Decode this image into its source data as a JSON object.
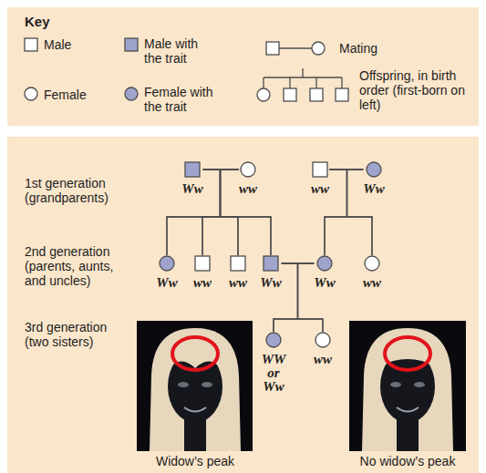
{
  "diagram": {
    "nodes": [
      {
        "text": [
          "Ww"
        ]
      },
      {
        "text": [
          "ww"
        ]
      },
      {
        "text": [
          "ww"
        ]
      },
      {
        "text": [
          "Ww"
        ]
      },
      {
        "text": [
          "Ww"
        ]
      },
      {
        "text": [
          "ww"
        ]
      },
      {
        "text": [
          "ww"
        ]
      },
      {
        "text": [
          "Ww"
        ]
      },
      {
        "text": [
          "Ww"
        ]
      },
      {
        "text": [
          "ww"
        ]
      },
      {
        "text": [
          "WW or Ww"
        ]
      },
      {
        "text": [
          "ww"
        ]
      }
    ],
    "edges": [
      {
        "from": 0,
        "to": 1,
        "arrow": "none"
      },
      {
        "from": 0,
        "to": 4,
        "arrow": "none"
      },
      {
        "from": 0,
        "to": 5,
        "arrow": "none"
      },
      {
        "from": 0,
        "to": 6,
        "arrow": "none"
      },
      {
        "from": 0,
        "to": 7,
        "arrow": "none"
      },
      {
        "from": 1,
        "to": 4,
        "arrow": "none"
      },
      {
        "from": 1,
        "to": 5,
        "arrow": "none"
      },
      {
        "from": 1,
        "to": 6,
        "arrow": "none"
      },
      {
        "from": 1,
        "to": 7,
        "arrow": "none"
      },
      {
        "from": 2,
        "to": 3,
        "arrow": "none"
      },
      {
        "from": 2,
        "to": 8,
        "arrow": "none"
      },
      {
        "from": 2,
        "to": 9,
        "arrow": "none"
      },
      {
        "from": 3,
        "to": 8,
        "arrow": "none"
      },
      {
        "from": 3,
        "to": 9,
        "arrow": "none"
      },
      {
        "from": 7,
        "to": 8,
        "arrow": "none"
      },
      {
        "from": 7,
        "to": 10,
        "arrow": "none"
      },
      {
        "from": 7,
        "to": 11,
        "arrow": "none"
      },
      {
        "from": 8,
        "to": 10,
        "arrow": "none"
      },
      {
        "from": 8,
        "to": 11,
        "arrow": "none"
      }
    ],
    "labels": [
      "Key",
      "1st generation (grandparents)",
      "2nd generation (parents, aunts, and uncles)",
      "3rd generation (two sisters)",
      "Widow’s peak",
      "No widow’s peak"
    ],
    "legend": [
      {
        "text": "Male"
      },
      {
        "text": "Male with the trait"
      },
      {
        "text": "Mating"
      },
      {
        "text": "Female"
      },
      {
        "text": "Female with the trait"
      },
      {
        "text": "Offspring, in birth order (first-born on left)"
      }
    ]
  }
}
